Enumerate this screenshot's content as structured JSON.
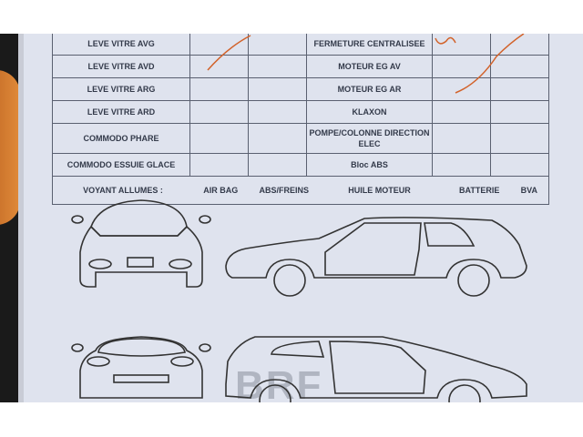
{
  "form": {
    "rows": [
      {
        "left": "LEVE VITRE AVG",
        "right": "FERMETURE CENTRALISEE"
      },
      {
        "left": "LEVE VITRE AVD",
        "right": "MOTEUR EG AV"
      },
      {
        "left": "LEVE VITRE ARG",
        "right": "MOTEUR EG AR"
      },
      {
        "left": "LEVE VITRE ARD",
        "right": "KLAXON"
      },
      {
        "left": "COMMODO PHARE",
        "right": "POMPE/COLONNE DIRECTION ELEC"
      },
      {
        "left": "COMMODO ESSUIE GLACE",
        "right": "Bloc ABS"
      }
    ],
    "warning_lights": {
      "label": "VOYANT ALLUMES :",
      "items": [
        "AIR BAG",
        "ABS/FREINS",
        "HUILE MOTEUR",
        "BATTERIE",
        "BVA"
      ]
    }
  },
  "watermark": "BRF",
  "colors": {
    "pen": "#d2622a",
    "ink": "#333a4a",
    "paper": "#dfe3ee"
  }
}
